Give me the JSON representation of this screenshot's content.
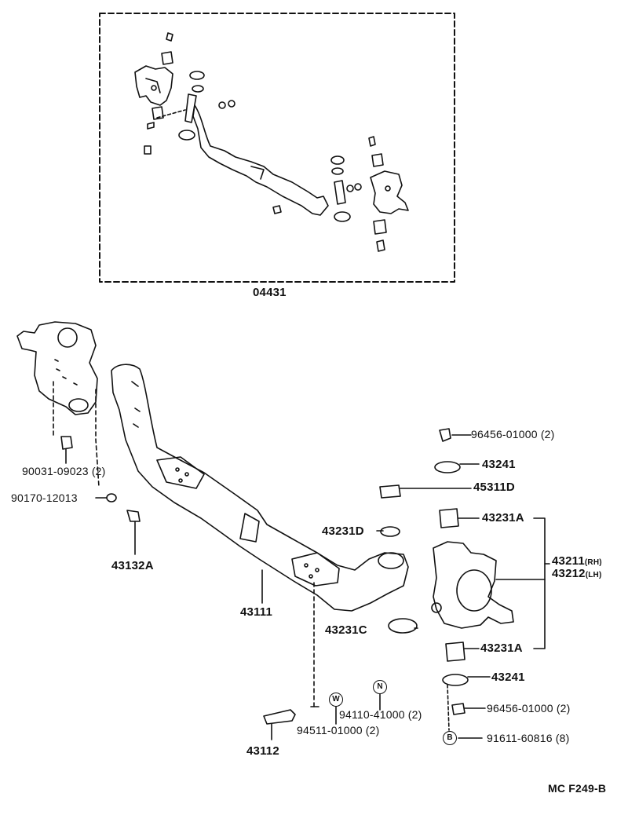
{
  "kit_label": "04431",
  "drawing_code": "MC F249-B",
  "parts": {
    "p96456_top": "96456-01000 (2)",
    "p43241_top": "43241",
    "p45311d": "45311D",
    "p43231a_top": "43231A",
    "p43211": "43211",
    "p43211_side": "(RH)",
    "p43212": "43212",
    "p43212_side": "(LH)",
    "p43231d": "43231D",
    "p43231c": "43231C",
    "p43231a_bot": "43231A",
    "p43241_bot": "43241",
    "p96456_bot": "96456-01000 (2)",
    "p91611": "91611-60816 (8)",
    "p90031": "90031-09023 (2)",
    "p90170": "90170-12013",
    "p43132a": "43132A",
    "p43111": "43111",
    "p43112": "43112",
    "p94110": "94110-41000 (2)",
    "p94511": "94511-01000 (2)"
  },
  "callouts": {
    "w": "W",
    "n": "N",
    "b": "B"
  }
}
